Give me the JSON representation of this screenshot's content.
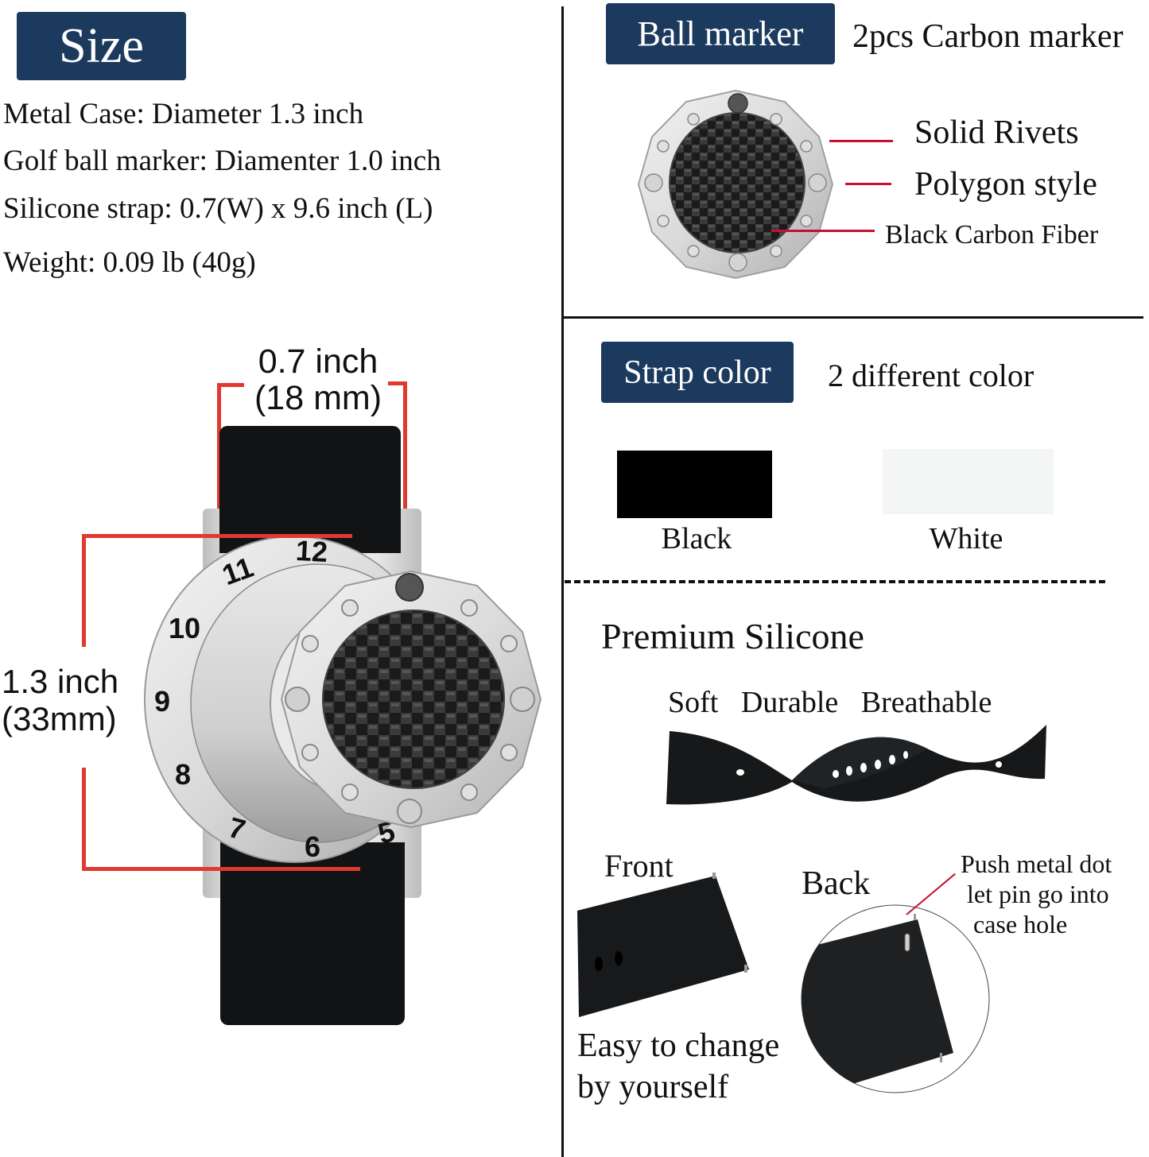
{
  "size_section": {
    "tag_label": "Size",
    "specs": [
      "Metal Case: Diameter 1.3 inch",
      "Golf ball marker: Diamenter 1.0 inch",
      "Silicone strap: 0.7(W) x 9.6 inch (L)",
      "Weight: 0.09 lb (40g)"
    ],
    "width_dimension": {
      "line1": "0.7 inch",
      "line2": "(18 mm)"
    },
    "height_dimension": {
      "line1": "1.3 inch",
      "line2": "(33mm)"
    },
    "dial_numbers": [
      "12",
      "11",
      "10",
      "9",
      "8",
      "7",
      "6",
      "5"
    ]
  },
  "ball_marker_section": {
    "tag_label": "Ball marker",
    "subtitle": "2pcs Carbon marker",
    "callouts": [
      "Solid Rivets",
      "Polygon style",
      "Black Carbon Fiber"
    ]
  },
  "strap_color_section": {
    "tag_label": "Strap color",
    "subtitle": "2 different color",
    "swatches": [
      {
        "label": "Black",
        "color": "#000000"
      },
      {
        "label": "White",
        "color": "#f4f5f5"
      }
    ]
  },
  "silicone_section": {
    "title": "Premium Silicone",
    "features": [
      "Soft",
      "Durable",
      "Breathable"
    ]
  },
  "install_section": {
    "front_label": "Front",
    "back_label": "Back",
    "pin_note": [
      "Push metal dot",
      "let pin go into",
      "case hole"
    ],
    "easy_text": [
      "Easy to change",
      "by yourself"
    ]
  },
  "colors": {
    "navy": "#1c3a5e",
    "red": "#e03a2f",
    "callout_red": "#c8102e"
  }
}
